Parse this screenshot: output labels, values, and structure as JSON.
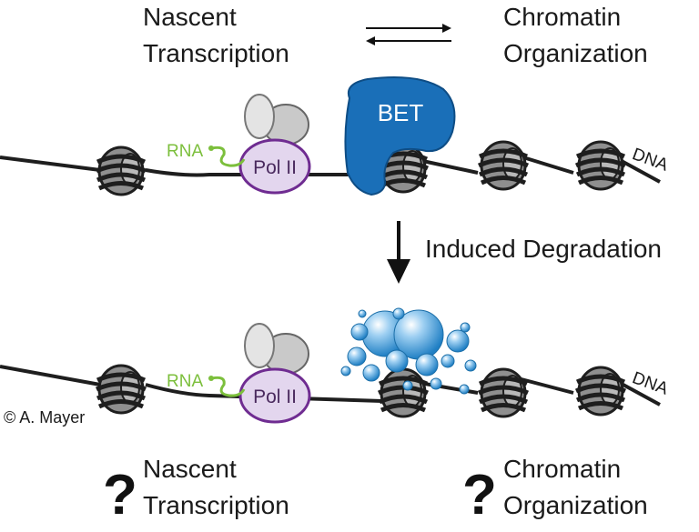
{
  "top": {
    "left_line1": "Nascent",
    "left_line2": "Transcription",
    "right_line1": "Chromatin",
    "right_line2": "Organization"
  },
  "middle": {
    "arrow_label": "Induced Degradation"
  },
  "bottom": {
    "question_mark": "?",
    "left_line1": "Nascent",
    "left_line2": "Transcription",
    "right_line1": "Chromatin",
    "right_line2": "Organization"
  },
  "labels": {
    "rna": "RNA",
    "pol2": "Pol II",
    "bet": "BET",
    "dna": "DNA",
    "copyright": "© A. Mayer"
  },
  "colors": {
    "bet_blue": "#1a6fb8",
    "pol2_purple": "#6f2c91",
    "pol2_fill": "#e3d6ee",
    "rna_green": "#7cbf3c",
    "nucleosome_gray": "#8c8c8c",
    "bubble_blue": "#3a9ad9"
  }
}
